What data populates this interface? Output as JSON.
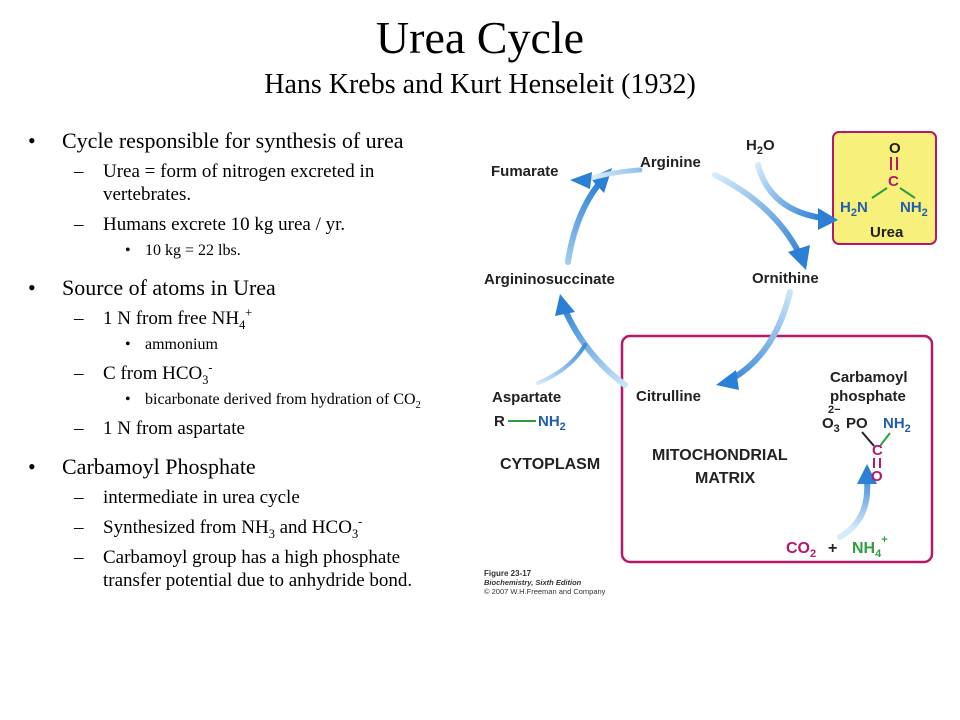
{
  "slide": {
    "title": "Urea Cycle",
    "subtitle": "Hans Krebs and Kurt Henseleit (1932)"
  },
  "bullets": {
    "b1": {
      "text": "Cycle responsible for synthesis of urea",
      "s1": "Urea = form of  nitrogen excreted in vertebrates.",
      "s2": "Humans excrete 10 kg urea / yr.",
      "s2a": "10 kg = 22 lbs."
    },
    "b2": {
      "text": "Source of atoms in Urea",
      "s1_pre": "1 N from free NH",
      "s1_sub": "4",
      "s1_sup": "+",
      "s1a": "ammonium",
      "s2_pre": "C from HCO",
      "s2_sub": "3",
      "s2_sup": "-",
      "s2a_pre": "bicarbonate derived from hydration of CO",
      "s2a_sub": "2",
      "s3": "1 N from aspartate"
    },
    "b3": {
      "text": "Carbamoyl Phosphate",
      "s1": "intermediate in urea cycle",
      "s2_pre": "Synthesized from NH",
      "s2_sub1": "3",
      "s2_mid": " and HCO",
      "s2_sub2": "3",
      "s2_sup": "-",
      "s3": "Carbamoyl group has a high phosphate transfer potential due to anhydride bond."
    }
  },
  "diagram": {
    "fumarate": "Fumarate",
    "arginine": "Arginine",
    "h2o_h": "H",
    "h2o_2": "2",
    "h2o_o": "O",
    "ornithine": "Ornithine",
    "argininosuccinate": "Argininosuccinate",
    "citrulline": "Citrulline",
    "aspartate": "Aspartate",
    "aspartate_r": "R",
    "aspartate_nh2": "NH",
    "sub2": "2",
    "cytoplasm": "CYTOPLASM",
    "mito_line1": "MITOCHONDRIAL",
    "mito_line2": "MATRIX",
    "carbamoyl_line1": "Carbamoyl",
    "carbamoyl_line2": "phosphate",
    "cp_o3": "O",
    "cp_sub3": "3",
    "cp_sup": "2−",
    "cp_po": "PO",
    "cp_nh2": "NH",
    "cp_c": "C",
    "cp_o": "O",
    "urea_o": "O",
    "urea_c": "C",
    "urea_h2n": "H",
    "urea_n": "N",
    "urea_nh2": "NH",
    "urea_label": "Urea",
    "co2": "CO",
    "plus": "+",
    "nh4": "NH",
    "nh4_sub": "4",
    "nh4_sup": "+",
    "caption1": "Figure 23-17",
    "caption2": "Biochemistry, Sixth Edition",
    "caption3": "© 2007 W.H.Freeman and Company",
    "colors": {
      "urea_box": "#f7f07a",
      "magenta": "#b5176c",
      "blue": "#1f5fb0",
      "green": "#2e9e3f",
      "arrow": "#3d8fd8"
    }
  }
}
